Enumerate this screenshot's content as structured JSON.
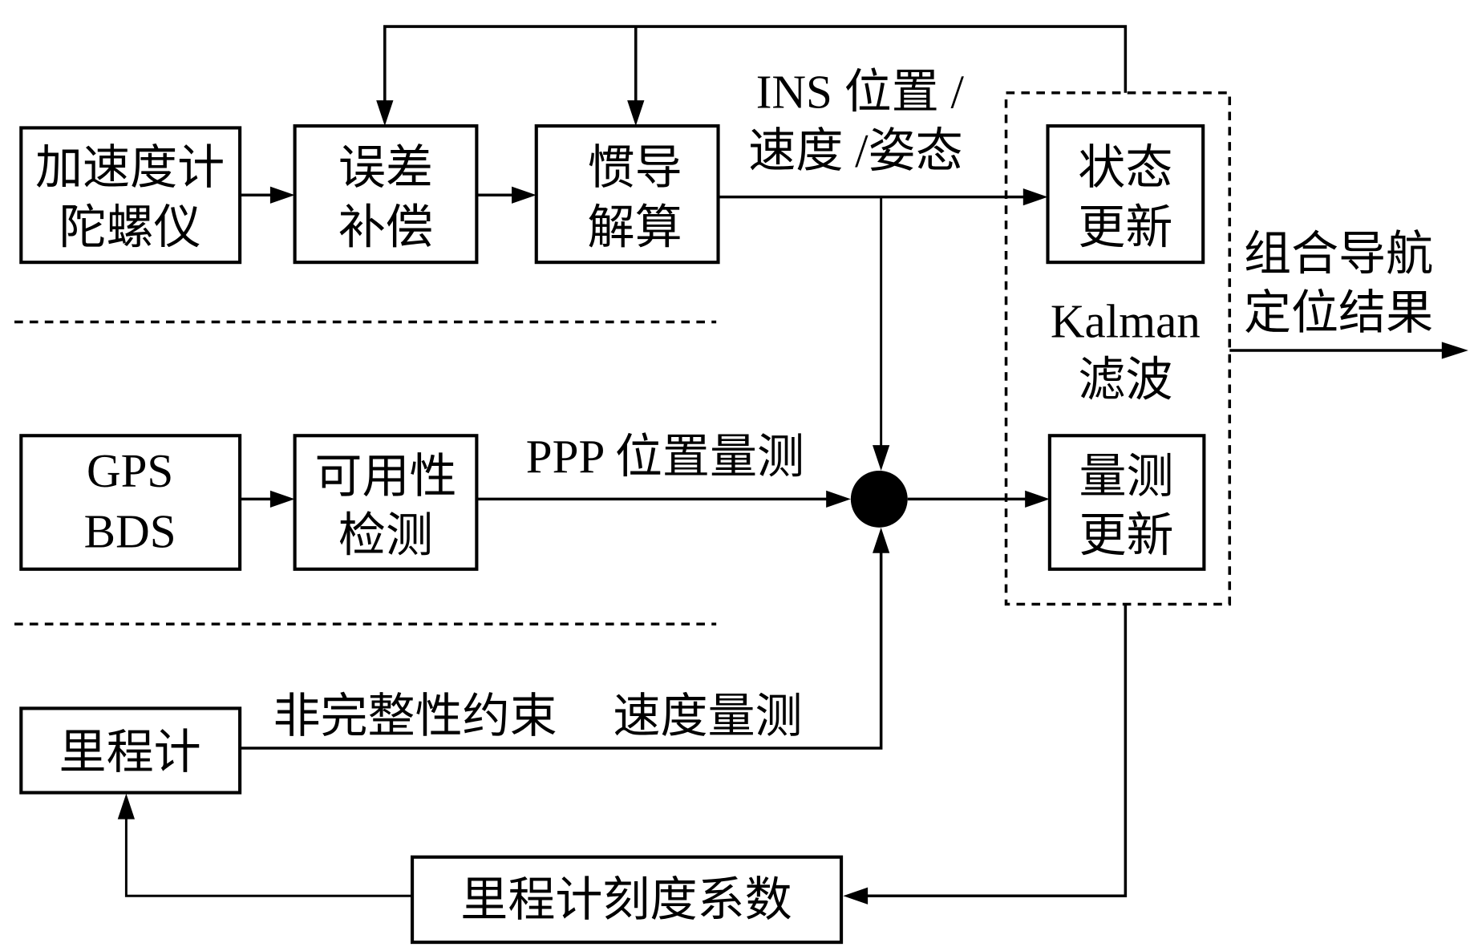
{
  "diagram": {
    "title": "GNSS PPP / INS / Odometer integrated navigation block diagram",
    "blocks": {
      "imu": {
        "line1": "加速度计",
        "line2": "陀螺仪"
      },
      "error_compensation": {
        "line1": "误差",
        "line2": "补偿"
      },
      "ins_mechanization": {
        "line1": "惯导",
        "line2": "解算"
      },
      "state_update": {
        "line1": "状态",
        "line2": "更新"
      },
      "measurement_update": {
        "line1": "量测",
        "line2": "更新"
      },
      "gnss": {
        "line1": "GPS",
        "line2": "BDS"
      },
      "availability_check": {
        "line1": "可用性",
        "line2": "检测"
      },
      "odometer": {
        "label": "里程计"
      },
      "odometer_scale_factor": {
        "label": "里程计刻度系数"
      }
    },
    "kalman_filter": {
      "line1": "Kalman",
      "line2": "滤波"
    },
    "labels": {
      "ins_output": {
        "line1": "INS 位置 /",
        "line2": "速度 /姿态"
      },
      "ppp_measurement": "PPP 位置量测",
      "nhc_constraint": "非完整性约束",
      "velocity_measurement": "速度量测",
      "output": {
        "line1": "组合导航",
        "line2": "定位结果"
      }
    }
  }
}
